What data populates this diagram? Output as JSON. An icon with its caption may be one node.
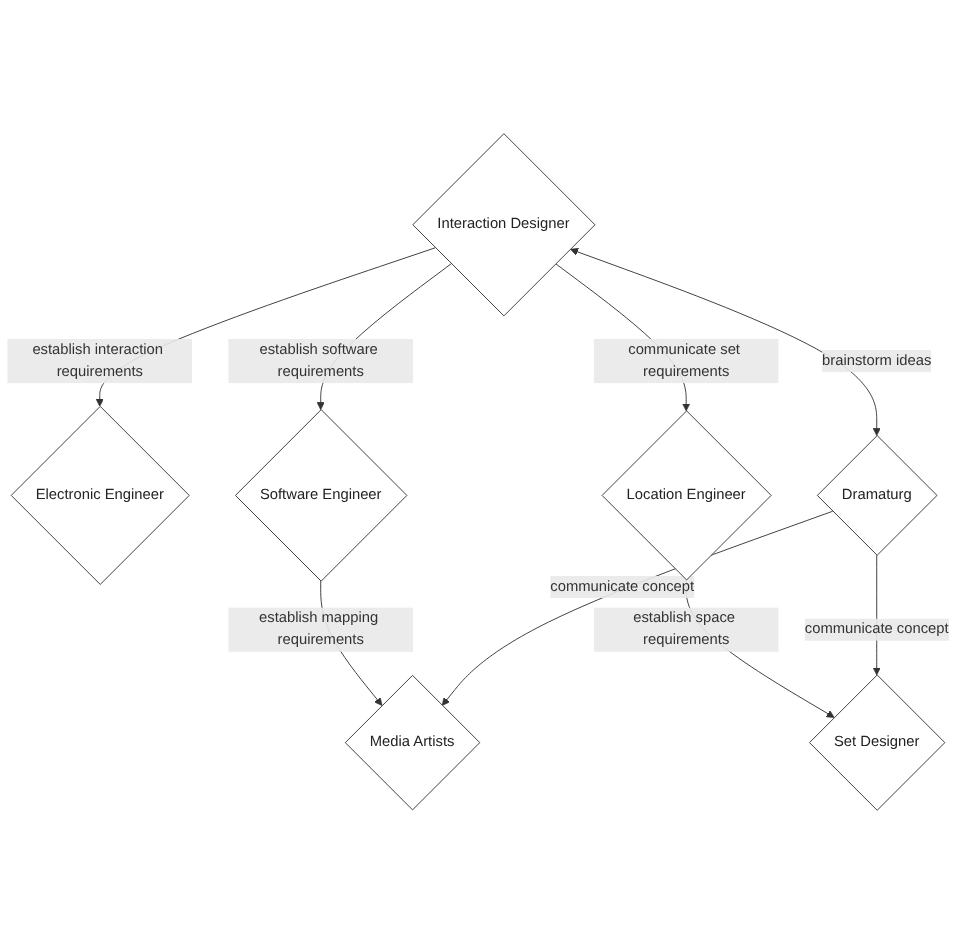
{
  "diagram": {
    "nodes": [
      {
        "text": [
          "Electronic Engineer"
        ]
      },
      {
        "text": [
          "Software Engineer"
        ]
      },
      {
        "text": [
          "Interaction Designer"
        ]
      },
      {
        "text": [
          "Media Artists"
        ]
      },
      {
        "text": [
          "Location Engineer"
        ]
      },
      {
        "text": [
          "Dramaturg"
        ]
      },
      {
        "text": [
          "Set Designer"
        ]
      }
    ],
    "edges": [
      {
        "from": 2,
        "to": 0,
        "arrow": "to",
        "label": "establish interaction requirements"
      },
      {
        "from": 2,
        "to": 1,
        "arrow": "to",
        "label": "establish software requirements"
      },
      {
        "from": 1,
        "to": 3,
        "arrow": "to",
        "label": "establish mapping requirements"
      },
      {
        "from": 2,
        "to": 4,
        "arrow": "to",
        "label": "communicate set requirements"
      },
      {
        "from": 2,
        "to": 5,
        "arrow": "both",
        "label": "brainstorm ideas"
      },
      {
        "from": 5,
        "to": 3,
        "arrow": "to",
        "label": "communicate concept"
      },
      {
        "from": 4,
        "to": 6,
        "arrow": "to",
        "label": "establish space requirements"
      },
      {
        "from": 5,
        "to": 6,
        "arrow": "to",
        "label": "communicate concept"
      }
    ]
  }
}
